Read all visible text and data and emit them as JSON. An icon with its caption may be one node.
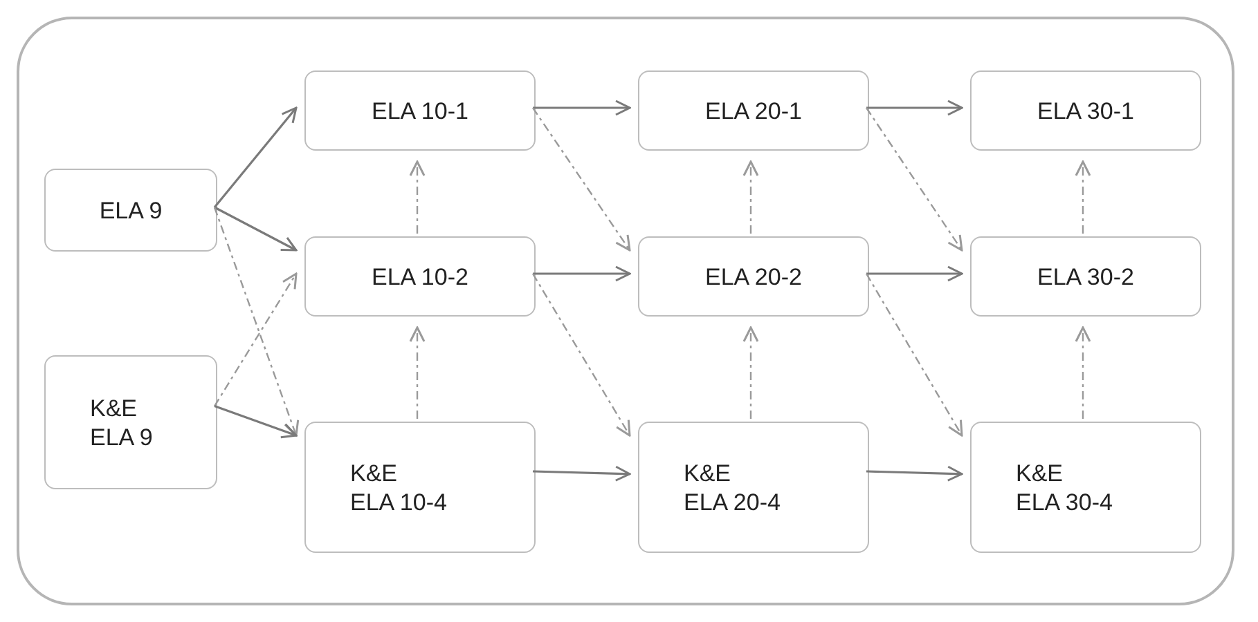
{
  "diagram": {
    "nodes": [
      {
        "text": [],
        "shape": "box"
      },
      {
        "text": [
          "ELA 9"
        ],
        "in": 0
      },
      {
        "text": [
          "K&E ELA 9"
        ],
        "in": 0
      },
      {
        "text": [
          "ELA 10-1"
        ],
        "in": 0
      },
      {
        "text": [
          "ELA 10-2"
        ],
        "in": 0
      },
      {
        "text": [
          "K&E ELA 10-4"
        ],
        "in": 0
      },
      {
        "text": [
          "ELA 20-1"
        ],
        "in": 0
      },
      {
        "text": [
          "ELA 20-2"
        ],
        "in": 0
      },
      {
        "text": [
          "K&E ELA 20-4"
        ],
        "in": 0
      },
      {
        "text": [
          "ELA 30-1"
        ],
        "in": 0
      },
      {
        "text": [
          "ELA 30-2"
        ],
        "in": 0
      },
      {
        "text": [
          "K&E ELA 30-4"
        ],
        "in": 0
      }
    ],
    "edges": [
      {
        "from": 1,
        "to": 3,
        "arrow": "to"
      },
      {
        "from": 1,
        "to": 4,
        "arrow": "to"
      },
      {
        "from": 1,
        "to": 5,
        "arrow": "to",
        "style": "dashed"
      },
      {
        "from": 2,
        "to": 4,
        "arrow": "to",
        "style": "dashed"
      },
      {
        "from": 2,
        "to": 5,
        "arrow": "to"
      },
      {
        "from": 4,
        "to": 3,
        "arrow": "to",
        "style": "dashed"
      },
      {
        "from": 5,
        "to": 4,
        "arrow": "to",
        "style": "dashed"
      },
      {
        "from": 3,
        "to": 6,
        "arrow": "to"
      },
      {
        "from": 3,
        "to": 7,
        "arrow": "to",
        "style": "dashed"
      },
      {
        "from": 4,
        "to": 7,
        "arrow": "to"
      },
      {
        "from": 4,
        "to": 8,
        "arrow": "to",
        "style": "dashed"
      },
      {
        "from": 5,
        "to": 8,
        "arrow": "to"
      },
      {
        "from": 7,
        "to": 6,
        "arrow": "to",
        "style": "dashed"
      },
      {
        "from": 8,
        "to": 7,
        "arrow": "to",
        "style": "dashed"
      },
      {
        "from": 6,
        "to": 9,
        "arrow": "to"
      },
      {
        "from": 6,
        "to": 10,
        "arrow": "to",
        "style": "dashed"
      },
      {
        "from": 7,
        "to": 10,
        "arrow": "to"
      },
      {
        "from": 7,
        "to": 11,
        "arrow": "to",
        "style": "dashed"
      },
      {
        "from": 8,
        "to": 11,
        "arrow": "to"
      },
      {
        "from": 10,
        "to": 9,
        "arrow": "to",
        "style": "dashed"
      },
      {
        "from": 11,
        "to": 10,
        "arrow": "to",
        "style": "dashed"
      }
    ]
  }
}
